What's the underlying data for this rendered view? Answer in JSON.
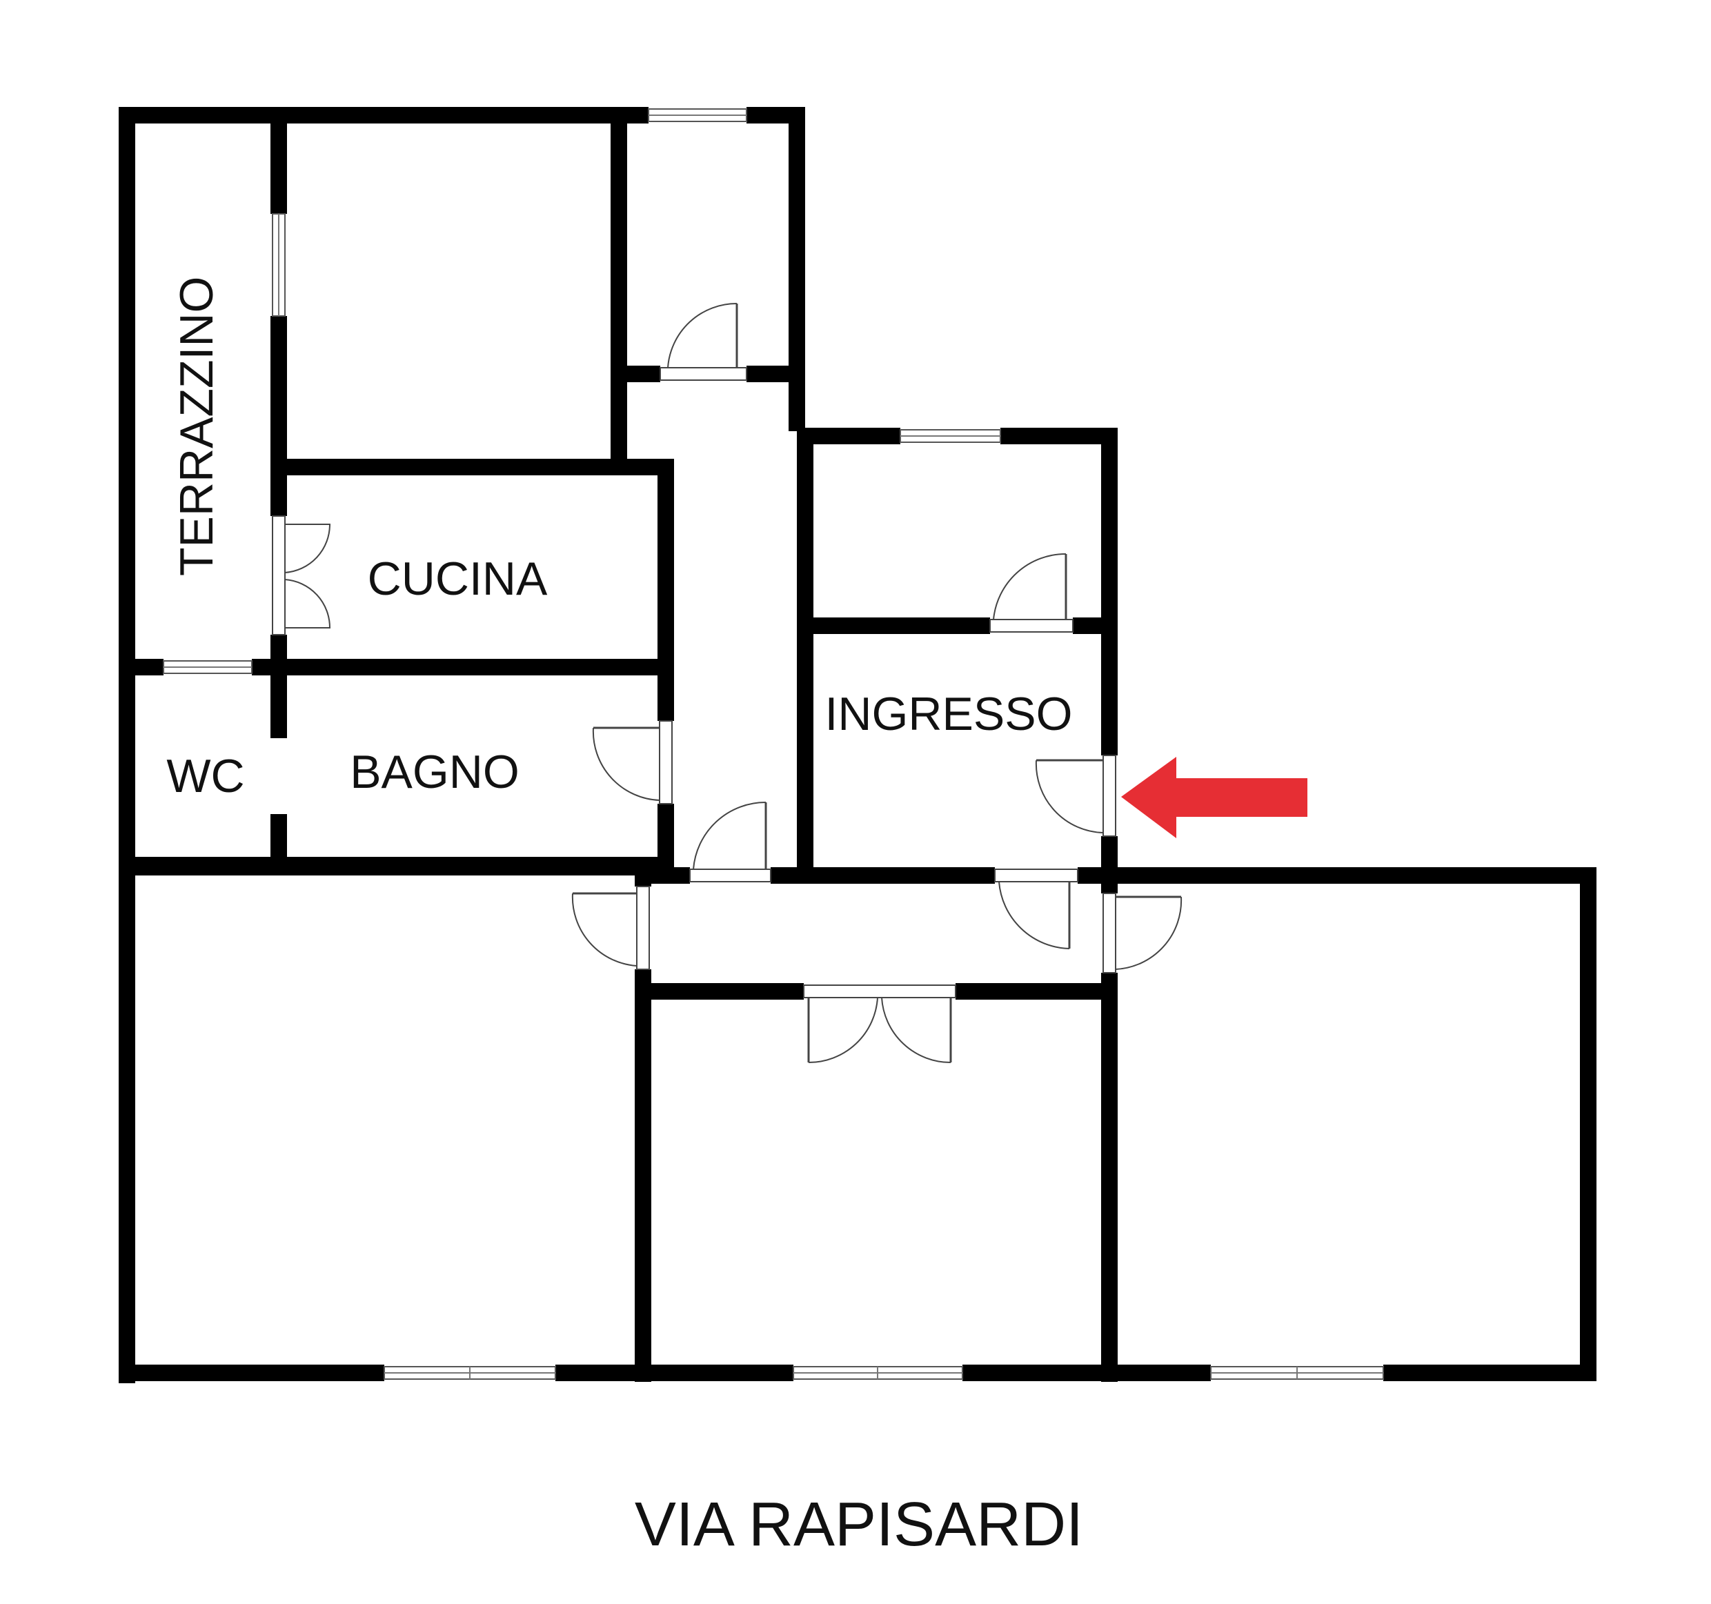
{
  "rooms": {
    "terrazzino": "TERRAZZINO",
    "cucina": "CUCINA",
    "wc": "WC",
    "bagno": "BAGNO",
    "ingresso": "INGRESSO"
  },
  "street": "VIA RAPISARDI",
  "colors": {
    "wall": "#000000",
    "entrance_arrow": "#e62e34",
    "background": "#ffffff"
  },
  "icons": {
    "entrance": "arrow-left-icon"
  }
}
